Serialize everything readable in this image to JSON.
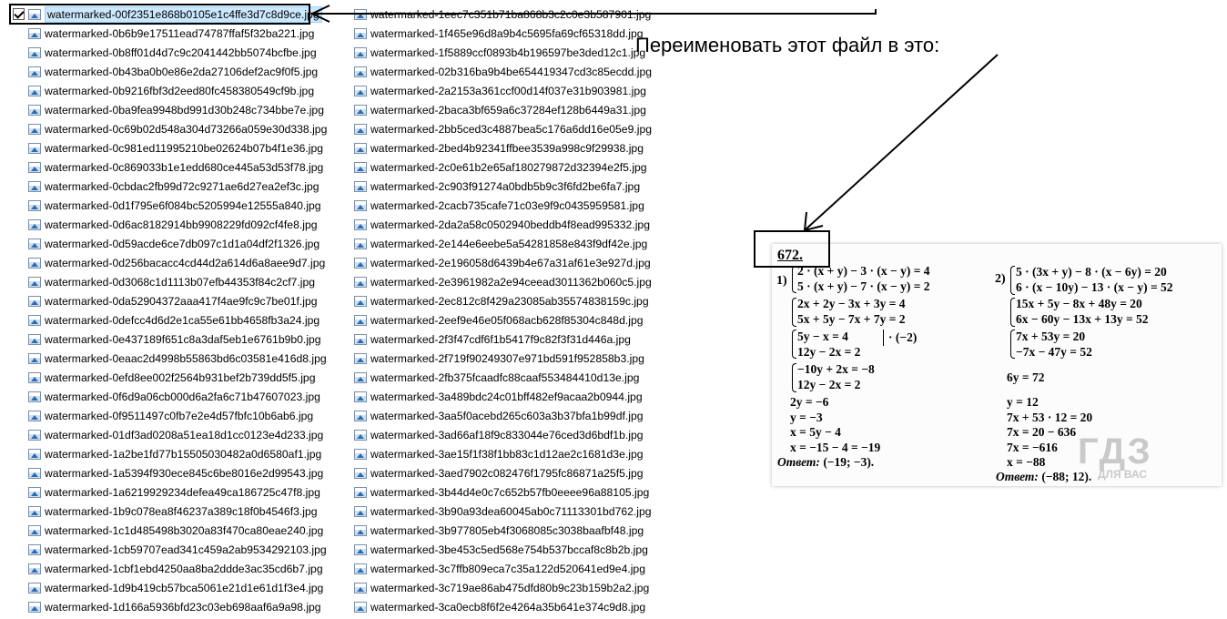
{
  "files_left": [
    "watermarked-00f2351e868b0105e1c4ffe3d7c8d9ce.jpg",
    "watermarked-0b6b9e17511ead74787ffaf5f32ba221.jpg",
    "watermarked-0b8ff01d4d7c9c2041442bb5074bcfbe.jpg",
    "watermarked-0b43ba0b0e86e2da27106def2ac9f0f5.jpg",
    "watermarked-0b9216fbf3d2eed80fc458380549cf9b.jpg",
    "watermarked-0ba9fea9948bd991d30b248c734bbe7e.jpg",
    "watermarked-0c69b02d548a304d73266a059e30d338.jpg",
    "watermarked-0c981ed11995210be02624b07b4f1e36.jpg",
    "watermarked-0c869033b1e1edd680ce445a53d53f78.jpg",
    "watermarked-0cbdac2fb99d72c9271ae6d27ea2ef3c.jpg",
    "watermarked-0d1f795e6f084bc5205994e12555a840.jpg",
    "watermarked-0d6ac8182914bb9908229fd092cf4fe8.jpg",
    "watermarked-0d59acde6ce7db097c1d1a04df2f1326.jpg",
    "watermarked-0d256bacacc4cd44d2a614d6a8aee9d7.jpg",
    "watermarked-0d3068c1d1113b07efb44353f84c2cf7.jpg",
    "watermarked-0da52904372aaa417f4ae9fc9c7be01f.jpg",
    "watermarked-0defcc4d6d2e1ca55e61bb4658fb3a24.jpg",
    "watermarked-0e437189f651c8a3daf5eb1e6761b9b0.jpg",
    "watermarked-0eaac2d4998b55863bd6c03581e416d8.jpg",
    "watermarked-0efd8ee002f2564b931bef2b739dd5f5.jpg",
    "watermarked-0f6d9a06cb000d6a2fa6c71b47607023.jpg",
    "watermarked-0f9511497c0fb7e2e4d57fbfc10b6ab6.jpg",
    "watermarked-01df3ad0208a51ea18d1cc0123e4d233.jpg",
    "watermarked-1a2be1fd77b15505030482a0d6580af1.jpg",
    "watermarked-1a5394f930ece845c6be8016e2d99543.jpg",
    "watermarked-1a6219929234defea49ca186725c47f8.jpg",
    "watermarked-1b9c078ea8f46237a389c18f0b4546f3.jpg",
    "watermarked-1c1d485498b3020a83f470ca80eae240.jpg",
    "watermarked-1cb59707ead341c459a2ab9534292103.jpg",
    "watermarked-1cbf1ebd4250aa8ba2ddde3ac35cd6b7.jpg",
    "watermarked-1d9b419cb57bca5061e21d1e61d1f3e4.jpg",
    "watermarked-1d166a5936bfd23c03eb698aaf6a9a98.jpg"
  ],
  "files_right": [
    "watermarked-1eec7c351b71ba868b3c2c0e3b587901.jpg",
    "watermarked-1f465e96d8a9b4c5695fa69cf65318dd.jpg",
    "watermarked-1f5889ccf0893b4b196597be3ded12c1.jpg",
    "watermarked-02b316ba9b4be654419347cd3c85ecdd.jpg",
    "watermarked-2a2153a361ccf00d14f037e31b903981.jpg",
    "watermarked-2baca3bf659a6c37284ef128b6449a31.jpg",
    "watermarked-2bb5ced3c4887bea5c176a6dd16e05e9.jpg",
    "watermarked-2bed4b92341ffbee3539a998c9f29938.jpg",
    "watermarked-2c0e61b2e65af180279872d32394e2f5.jpg",
    "watermarked-2c903f91274a0bdb5b9c3f6fd2be6fa7.jpg",
    "watermarked-2cacb735cafe71c03e9f9c0435959581.jpg",
    "watermarked-2da2a58c0502940beddb4f8ead995332.jpg",
    "watermarked-2e144e6eebe5a54281858e843f9df42e.jpg",
    "watermarked-2e196058d6439b4e67a31af61e3e927d.jpg",
    "watermarked-2e3961982a2e94ceead3011362b060c5.jpg",
    "watermarked-2ec812c8f429a23085ab35574838159c.jpg",
    "watermarked-2eef9e46e05f068acb628f85304c848d.jpg",
    "watermarked-2f3f47cdf6f1b5417f9c82f3f31d446a.jpg",
    "watermarked-2f719f90249307e971bd591f952858b3.jpg",
    "watermarked-2fb375fcaadfc88caaf553484410d13e.jpg",
    "watermarked-3a489bdc24c01bff482ef9acaa2b0944.jpg",
    "watermarked-3aa5f0acebd265c603a3b37bfa1b99df.jpg",
    "watermarked-3ad66af18f9c833044e76ced3d6bdf1b.jpg",
    "watermarked-3ae15f1f38f1bb83c1d12ae2c1681d3e.jpg",
    "watermarked-3aed7902c082476f1795fc86871a25f5.jpg",
    "watermarked-3b44d4e0c7c652b57fb0eeee96a88105.jpg",
    "watermarked-3b90a93dea60045ab0c71113301bd762.jpg",
    "watermarked-3b977805eb4f3068085c3038baafbf48.jpg",
    "watermarked-3be453c5ed568e754b537bccaf8c8b2b.jpg",
    "watermarked-3c7ffb809eca7c35a122d520641ed9e4.jpg",
    "watermarked-3c719ae86ab475dfd80b9c23b159b2a2.jpg",
    "watermarked-3ca0ecb8f6f2e4264a35b641e374c9d8.jpg"
  ],
  "instruction": "Переименовать этот файл в это:",
  "exercise": {
    "number": "672.",
    "part1": {
      "label": "1)",
      "lines": [
        "2 · (x + y) − 3 · (x − y) = 4",
        "5 · (x + y) − 7 · (x − y) = 2",
        "2x + 2y − 3x + 3y = 4",
        "5x + 5y − 7x + 7y = 2",
        "5y − x = 4",
        "· (−2)",
        "12y − 2x = 2",
        "−10y + 2x = −8",
        "12y − 2x = 2",
        "2y = −6",
        "y = −3",
        "x = 5y − 4",
        "x = −15 − 4 = −19"
      ],
      "answer_label": "Ответ:",
      "answer_value": "(−19; −3)."
    },
    "part2": {
      "label": "2)",
      "lines": [
        "5 · (3x + y) − 8 · (x − 6y) = 20",
        "6 · (x − 10y) − 13 · (x − y) = 52",
        "15x + 5y − 8x + 48y = 20",
        "6x − 60y − 13x + 13y = 52",
        "7x + 53y = 20",
        "−7x − 47y = 52",
        "6y = 72",
        "y = 12",
        "7x + 53 · 12 = 20",
        "7x = 20 − 636",
        "7x = −616",
        "x = −88"
      ],
      "answer_label": "Ответ:",
      "answer_value": "(−88; 12)."
    },
    "watermark_logo": "ГДЗ",
    "watermark_sub": "ДЛЯ ВАС"
  }
}
